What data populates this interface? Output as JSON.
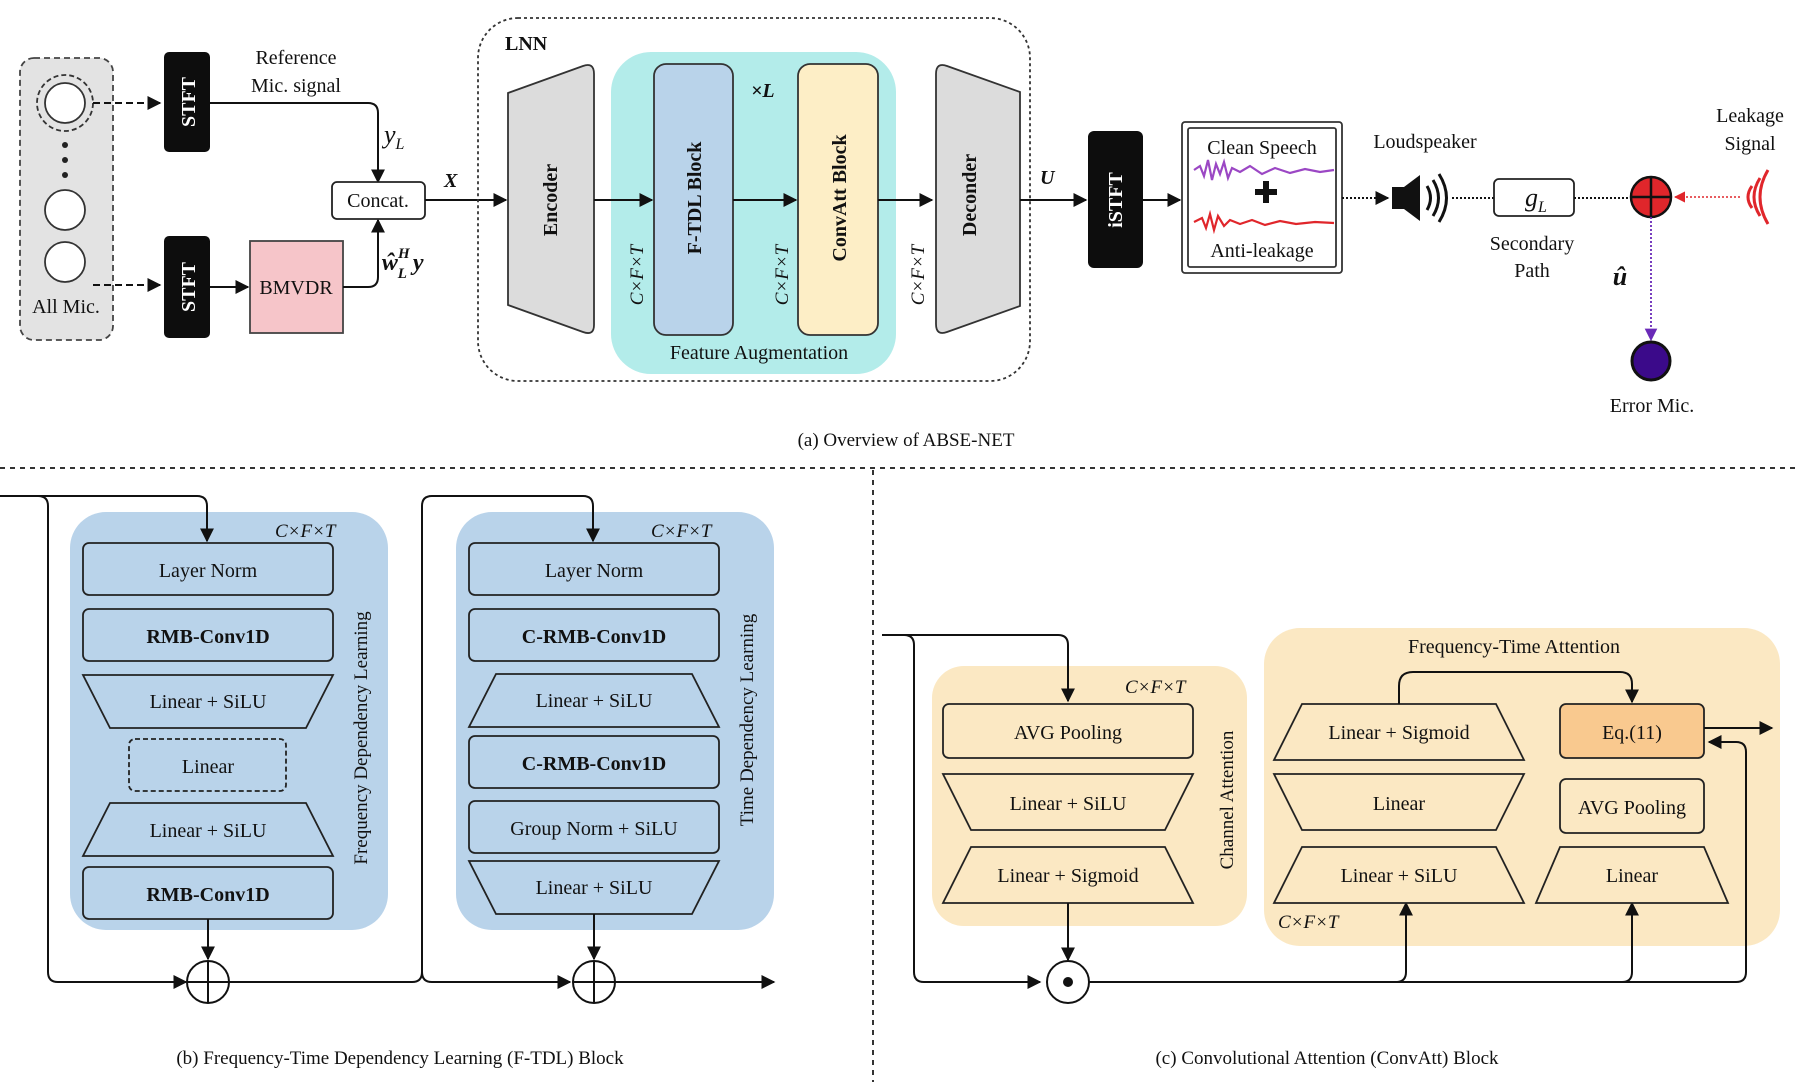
{
  "part_a": {
    "caption": "(a) Overview of ABSE-NET",
    "reference_label": [
      "Reference",
      "Mic. signal"
    ],
    "all_mic": "All Mic.",
    "stft": "STFT",
    "bmvdr": "BMVDR",
    "concat": "Concat.",
    "y_l": "y",
    "y_l_sub": "L",
    "w_hat": "ŵ",
    "w_sup": "H",
    "w_sub": "L",
    "w_y": "y",
    "x_label": "X",
    "lnn": "LNN",
    "encoder": "Encoder",
    "ftdl": "F-TDL Block",
    "convatt": "ConvAtt Block",
    "decoder": "Deconder",
    "times_l": "×L",
    "dims": "C×F×T",
    "feature_aug": "Feature Augmentation",
    "u_label": "U",
    "istft": "iSTFT",
    "clean_speech": "Clean Speech",
    "anti_leakage": "Anti-leakage",
    "loudspeaker": "Loudspeaker",
    "g_l": "g",
    "g_sub": "L",
    "secondary_path": [
      "Secondary",
      "Path"
    ],
    "leakage_signal": [
      "Leakage",
      "Signal"
    ],
    "u_hat": "û",
    "error_mic": "Error Mic."
  },
  "part_b": {
    "caption": "(b) Frequency-Time Dependency Learning (F-TDL) Block",
    "dims": "C×F×T",
    "freq_title": "Frequency Dependency Learning",
    "time_title": "Time Dependency Learning",
    "freq_items": [
      "Layer Norm",
      "RMB-Conv1D",
      "Linear + SiLU",
      "Linear",
      "Linear + SiLU",
      "RMB-Conv1D"
    ],
    "time_items": [
      "Layer Norm",
      "C-RMB-Conv1D",
      "Linear + SiLU",
      "C-RMB-Conv1D",
      "Group Norm + SiLU",
      "Linear + SiLU"
    ]
  },
  "part_c": {
    "caption": "(c) Convolutional Attention (ConvAtt) Block",
    "dims": "C×F×T",
    "channel_title": "Channel Attention",
    "ft_title": "Frequency-Time Attention",
    "channel_items": [
      "AVG Pooling",
      "Linear + SiLU",
      "Linear + Sigmoid"
    ],
    "ft_left": [
      "Linear + Sigmoid",
      "Linear",
      "Linear + SiLU"
    ],
    "ft_right": [
      "Eq.(11)",
      "AVG Pooling",
      "Linear"
    ]
  },
  "colors": {
    "blue_bg": "#b9d3ea",
    "cyan_bg": "#b3ecea",
    "yellow_bg": "#fbe8c3",
    "pink": "#f6c5c9",
    "orange": "#f9c98f",
    "gray": "#dcdcdc",
    "purple": "#3b0a8a",
    "red": "#e0262b"
  }
}
